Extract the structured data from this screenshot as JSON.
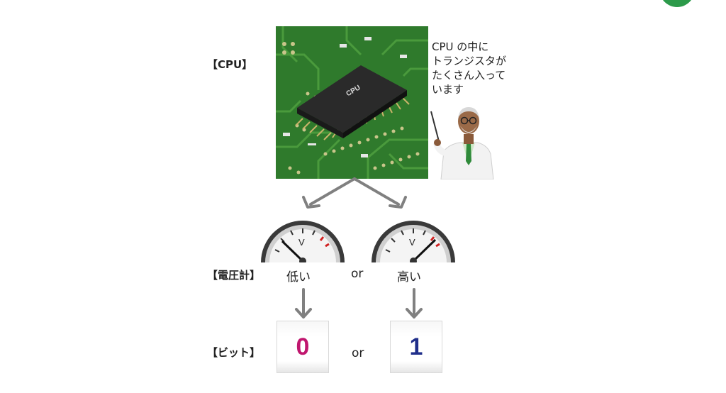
{
  "labels": {
    "cpu": "【CPU】",
    "voltmeter": "【電圧計】",
    "bit": "【ビット】"
  },
  "chip_text": "CPU",
  "speech": {
    "line1": "CPU の中に",
    "line2": "トランジスタが",
    "line3": "たくさん入って",
    "line4": "います"
  },
  "meters": {
    "unit": "V",
    "low": "低い",
    "high": "高い",
    "or": "or"
  },
  "bits": {
    "zero": "0",
    "one": "1",
    "or": "or"
  },
  "colors": {
    "board": "#2f7a2c",
    "arrow": "#808080",
    "zero": "#c0166e",
    "one": "#1f2e8a"
  }
}
